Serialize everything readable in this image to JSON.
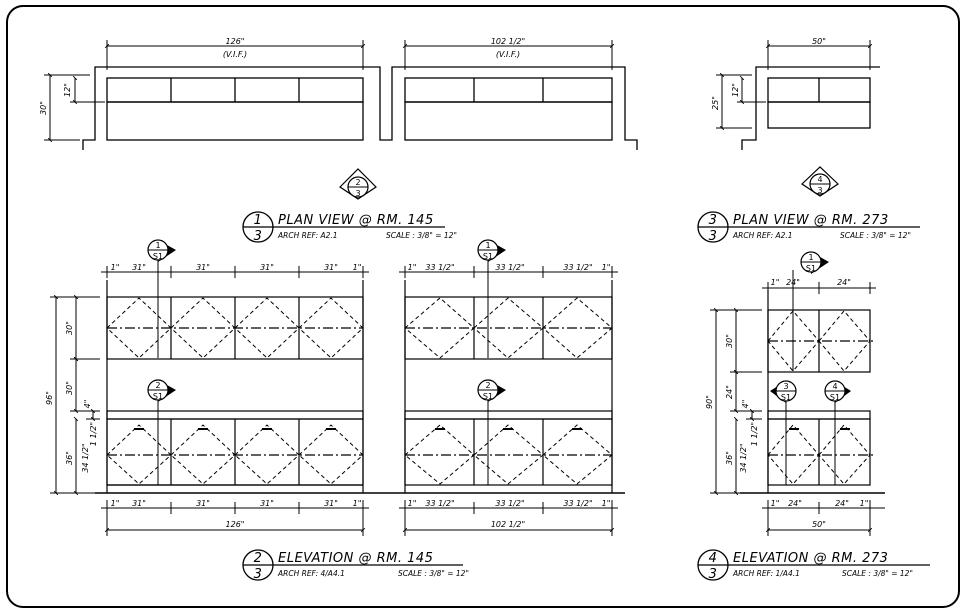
{
  "border": "sheet-frame",
  "plan_145": {
    "dim_left": "126\"",
    "dim_left_note": "(V.I.F.)",
    "dim_right": "102 1/2\"",
    "dim_right_note": "(V.I.F.)",
    "depth_outer": "30\"",
    "depth_inner": "12\"",
    "section_marker": {
      "top": "2",
      "bottom": "3"
    },
    "title": {
      "number": "1",
      "sheet": "3",
      "text": "PLAN VIEW @ RM. 145",
      "ref": "ARCH REF: A2.1",
      "scale": "SCALE : 3/8\" = 12\""
    }
  },
  "plan_273": {
    "dim_top": "50\"",
    "depth_outer": "25\"",
    "depth_inner": "12\"",
    "section_marker": {
      "top": "4",
      "bottom": "3"
    },
    "title": {
      "number": "3",
      "sheet": "3",
      "text": "PLAN VIEW @ RM. 273",
      "ref": "ARCH REF: A2.1",
      "scale": "SCALE : 3/8\" = 12\""
    }
  },
  "elev_145": {
    "marker_upper_left": {
      "top": "1",
      "bottom": "S1"
    },
    "marker_upper_right": {
      "top": "1",
      "bottom": "S1"
    },
    "marker_lower_left": {
      "top": "2",
      "bottom": "S1"
    },
    "marker_lower_right": {
      "top": "2",
      "bottom": "S1"
    },
    "top_dims_left": [
      "1\"",
      "31\"",
      "31\"",
      "31\"",
      "31\"",
      "1\""
    ],
    "top_dims_right": [
      "1\"",
      "33 1/2\"",
      "33 1/2\"",
      "33 1/2\"",
      "1\""
    ],
    "bottom_dims_left": [
      "1\"",
      "31\"",
      "31\"",
      "31\"",
      "31\"",
      "1\""
    ],
    "bottom_dims_right": [
      "1\"",
      "33 1/2\"",
      "33 1/2\"",
      "33 1/2\"",
      "1\""
    ],
    "overall_left": "126\"",
    "overall_right": "102 1/2\"",
    "vert_overall": "96\"",
    "vert_upper": "30\"",
    "vert_gap": "30\"",
    "vert_base": "36\"",
    "vert_counter": "34 1/2\"",
    "vert_top": "1 1/2\"",
    "vert_small": "4\"",
    "title": {
      "number": "2",
      "sheet": "3",
      "text": "ELEVATION @ RM. 145",
      "ref": "ARCH REF: 4/A4.1",
      "scale": "SCALE : 3/8\" = 12\""
    }
  },
  "elev_273": {
    "marker_upper": {
      "top": "1",
      "bottom": "S1"
    },
    "marker_lower_left": {
      "top": "3",
      "bottom": "S1"
    },
    "marker_lower_right": {
      "top": "4",
      "bottom": "S1"
    },
    "top_dims": [
      "1\"",
      "24\"",
      "24\""
    ],
    "bottom_dims": [
      "1\"",
      "24\"",
      "24\"",
      "1\""
    ],
    "overall": "50\"",
    "vert_overall": "90\"",
    "vert_upper": "30\"",
    "vert_gap": "24\"",
    "vert_base": "36\"",
    "vert_counter": "34 1/2\"",
    "vert_top": "1 1/2\"",
    "vert_small": "4\"",
    "title": {
      "number": "4",
      "sheet": "3",
      "text": "ELEVATION @ RM. 273",
      "ref": "ARCH REF: 1/A4.1",
      "scale": "SCALE : 3/8\" = 12\""
    }
  }
}
